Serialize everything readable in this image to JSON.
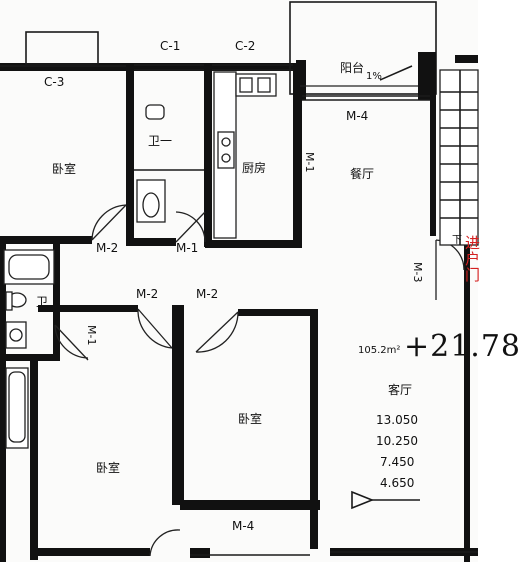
{
  "windows": {
    "c1": "C-1",
    "c2": "C-2",
    "c3": "C-3"
  },
  "doors": {
    "m1": "M-1",
    "m2": "M-2",
    "m3": "M-3",
    "m4": "M-4"
  },
  "rooms": {
    "bedroom": "卧室",
    "kitchen": "厨房",
    "bath": "卫一",
    "bath_small": "卫",
    "balcony": "阳台",
    "living": "客厅",
    "dining": "餐厅"
  },
  "stair": {
    "direction": "下"
  },
  "entry": {
    "label": "进户门"
  },
  "balcony_slope": "1%",
  "area": {
    "text": "105.2m²"
  },
  "handwritten": "+21.78",
  "elevations": [
    "13.050",
    "10.250",
    "7.450",
    "4.650"
  ]
}
